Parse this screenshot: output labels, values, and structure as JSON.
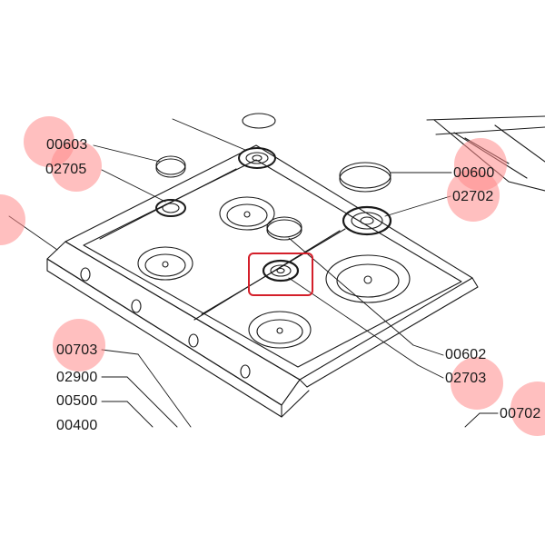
{
  "labels": {
    "p00603": "00603",
    "p02705": "02705",
    "p00600": "00600",
    "p02702": "02702",
    "p00703": "00703",
    "p02900": "02900",
    "p00500": "00500",
    "p00400": "00400",
    "p00602": "00602",
    "p02703": "02703",
    "p00702": "00702"
  },
  "colors": {
    "marker": "#ff8a8a",
    "highlight": "#d41f2a",
    "line": "#1a1a1a"
  },
  "icons": {
    "burner": "burner-icon",
    "cap": "burner-cap-icon"
  }
}
